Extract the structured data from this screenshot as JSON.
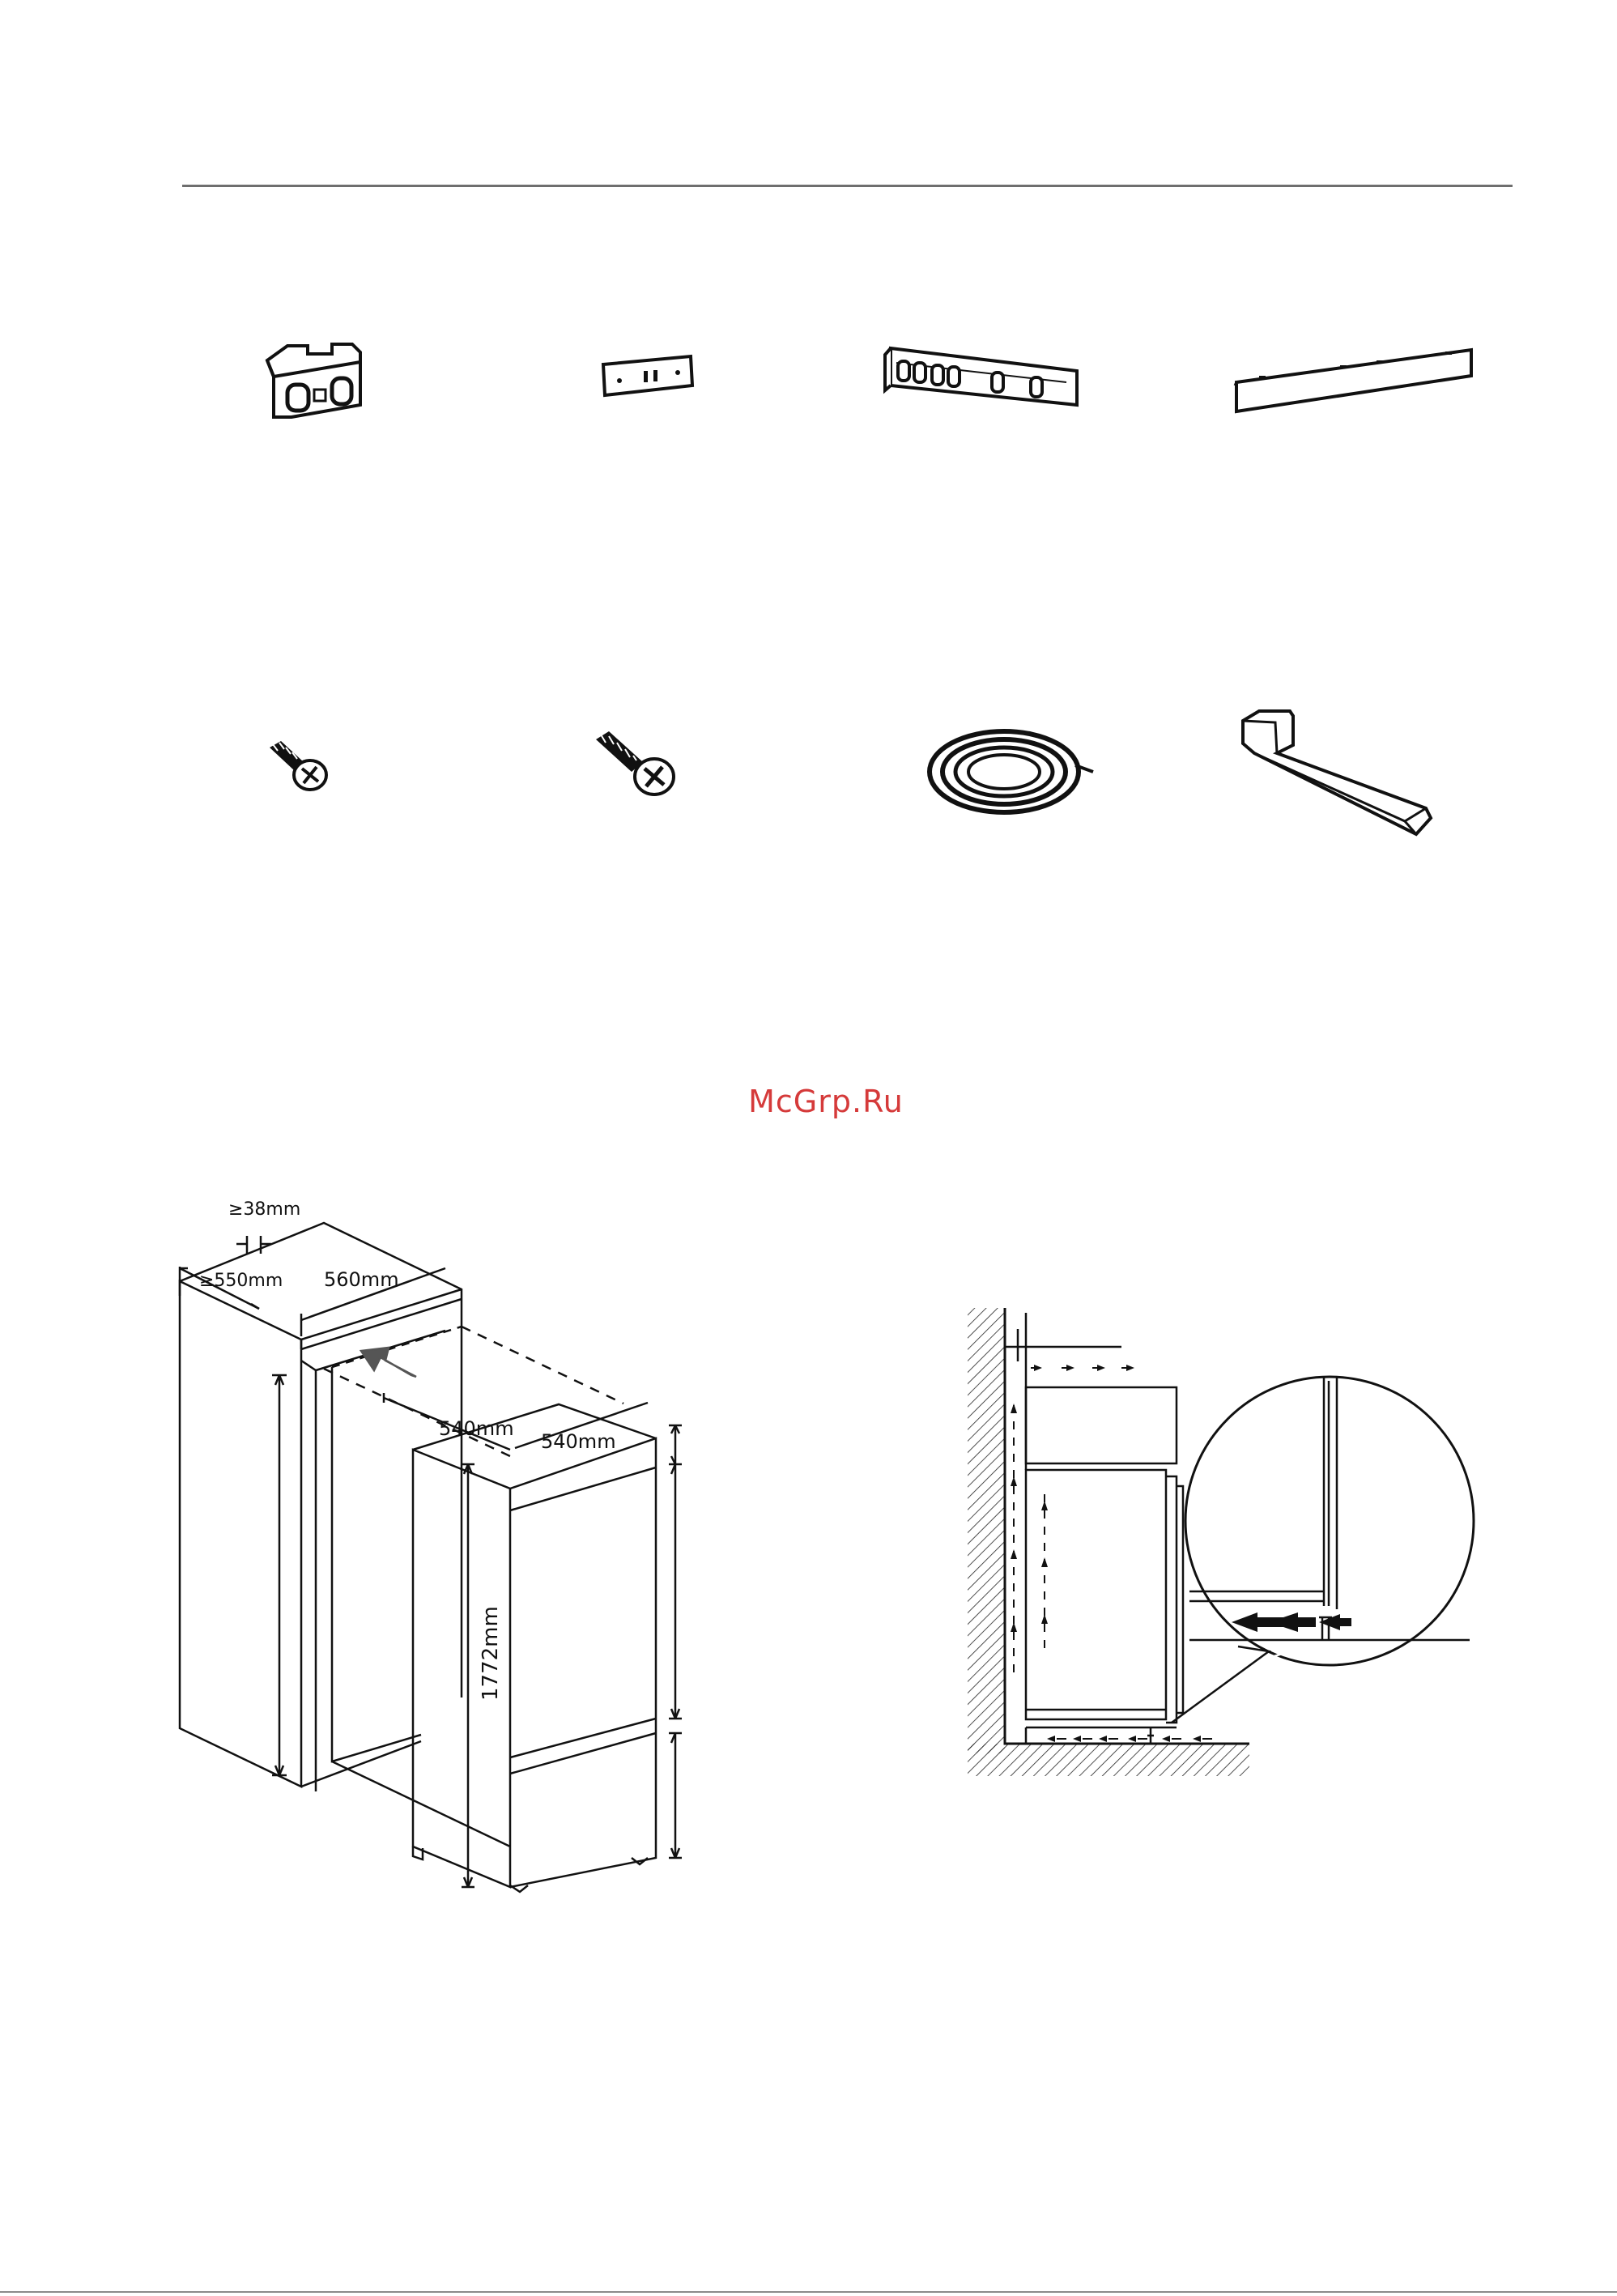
{
  "watermark": "McGrp.Ru",
  "parts": [
    {
      "icon": "hinge-bracket-icon"
    },
    {
      "icon": "small-plate-icon"
    },
    {
      "icon": "slotted-rail-icon"
    },
    {
      "icon": "long-strip-icon"
    },
    {
      "icon": "short-screw-icon"
    },
    {
      "icon": "long-screw-icon"
    },
    {
      "icon": "sealing-tape-roll-icon"
    },
    {
      "icon": "angle-bracket-icon"
    }
  ],
  "dimensions": {
    "gap": "≥38mm",
    "depth_niche": "≥550mm",
    "width_niche": "560mm",
    "depth_unit": "540mm",
    "width_unit": "540mm",
    "height_unit": "1772mm"
  }
}
